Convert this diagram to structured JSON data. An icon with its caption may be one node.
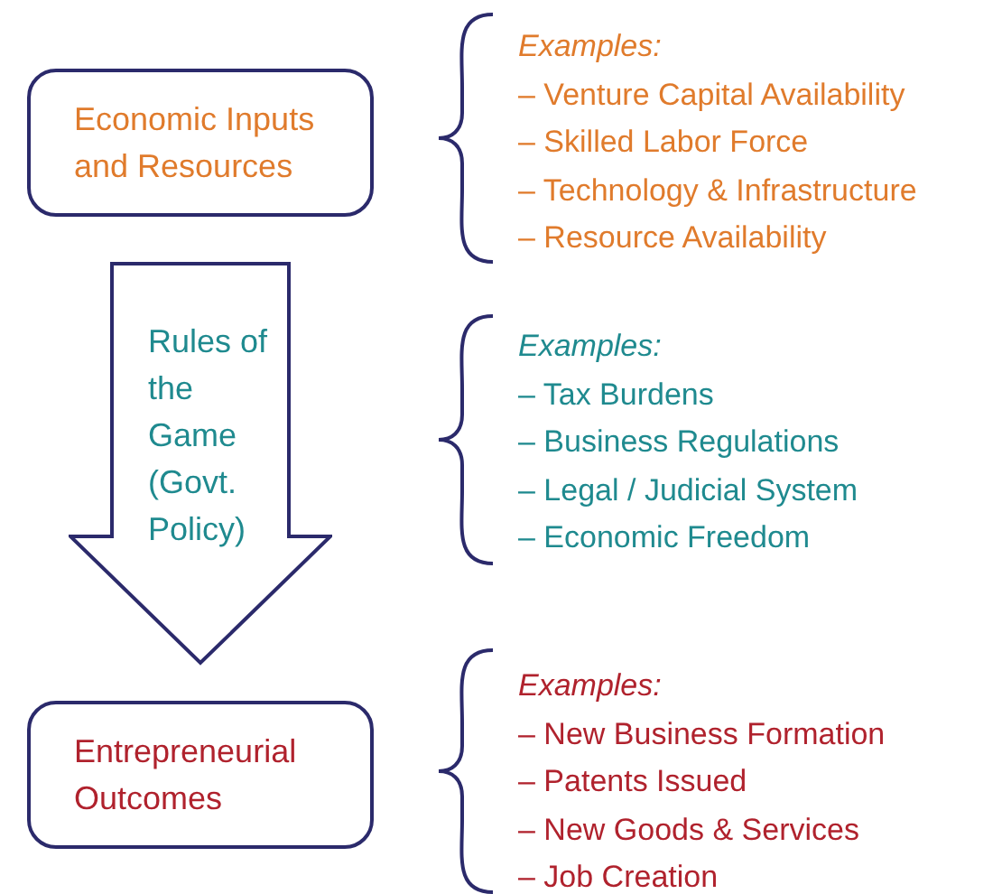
{
  "diagram": {
    "nodes": [
      {
        "text": [
          "Economic Inputs and Resources"
        ]
      },
      {
        "text": [
          "Rules of the Game (Govt. Policy)"
        ]
      },
      {
        "text": [
          "Entrepreneurial Outcomes"
        ]
      }
    ],
    "labels": [
      "Examples:",
      "– Venture Capital Availability",
      "– Skilled Labor Force",
      "– Technology & Infrastructure",
      "– Resource Availability",
      "Examples:",
      "– Tax Burdens",
      "– Business Regulations",
      "– Legal / Judicial System",
      "– Economic Freedom",
      "Examples:",
      "– New Business Formation",
      "– Patents Issued",
      "– New Goods & Services",
      "– Job Creation"
    ]
  }
}
